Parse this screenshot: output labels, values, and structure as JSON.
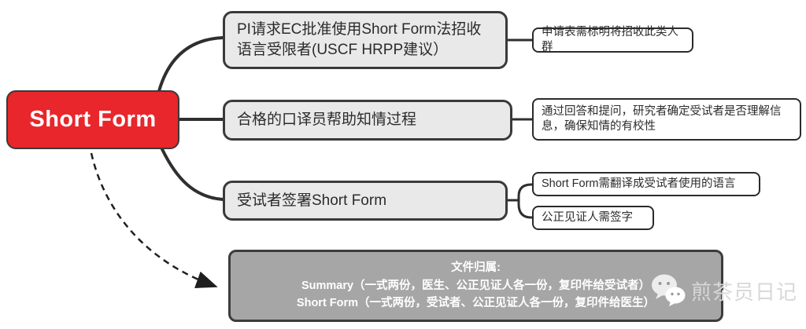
{
  "root": {
    "label": "Short Form"
  },
  "branches": [
    {
      "label": "PI请求EC批准使用Short Form法招收语言受限者(USCF HRPP建议）",
      "children": [
        "申请表需标明将招收此类人群"
      ]
    },
    {
      "label": "合格的口译员帮助知情过程",
      "children": [
        "通过回答和提问，研究者确定受试者是否理解信息，确保知情的有校性"
      ]
    },
    {
      "label": "受试者签署Short Form",
      "children": [
        "Short Form需翻译成受试者使用的语言",
        "公正见证人需签字"
      ]
    }
  ],
  "note": {
    "title": "文件归属:",
    "lines": [
      "Summary（一式两份，医生、公正见证人各一份，复印件给受试者）",
      "Short Form（一式两份，受试者、公正见证人各一份，复印件给医生）"
    ]
  },
  "watermark": {
    "label": "煎茶员日记",
    "icon": "wechat-icon"
  },
  "colors": {
    "accent_red": "#e8262b",
    "branch_fill": "#e9e9e9",
    "leaf_fill": "#ffffff",
    "note_fill": "#a6a6a6",
    "line_dark": "#2f2f2f"
  }
}
